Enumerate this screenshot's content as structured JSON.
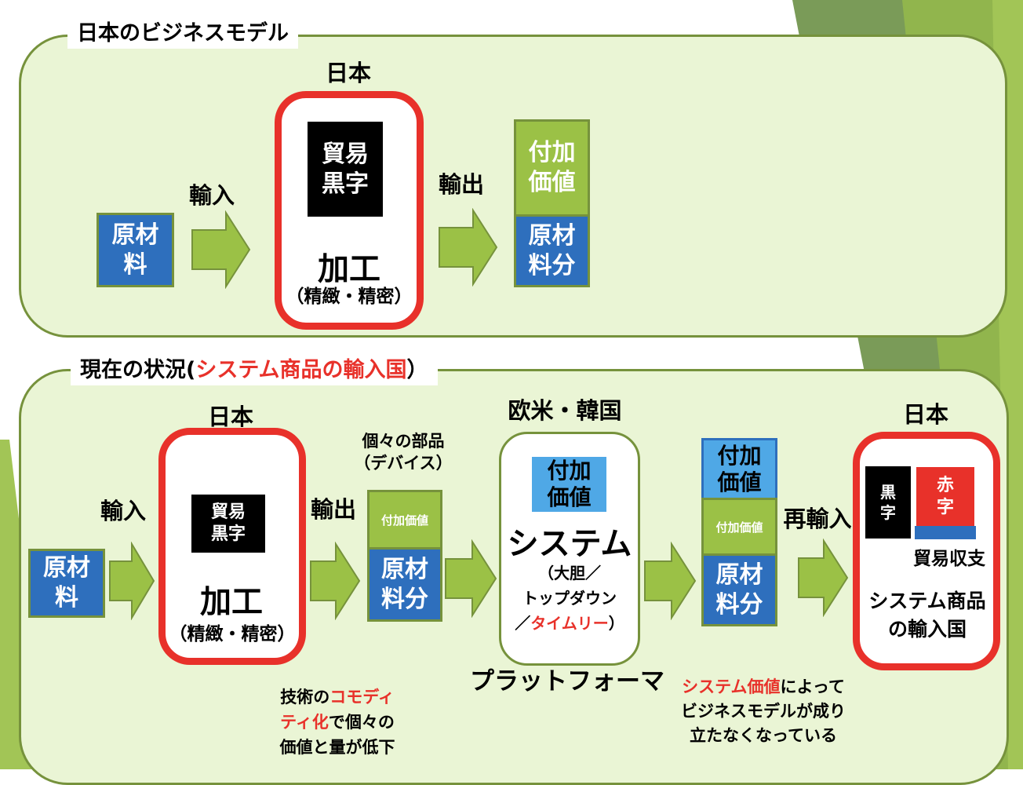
{
  "colors": {
    "panel_bg": "#eaf5d5",
    "panel_border": "#76923c",
    "arrow_green": "#9bc146",
    "raw_blue": "#2e6fbd",
    "value_lightblue": "#4fa8e6",
    "frame_red": "#e8312a",
    "accent_red_text": "#e8312a",
    "surplus_black": "#000000"
  },
  "top": {
    "title": "日本のビジネスモデル",
    "japan_label": "日本",
    "raw_material": "原材\n料",
    "import_label": "輸入",
    "trade_surplus": "貿易\n黒字",
    "processing": "加工",
    "processing_sub": "（精緻・精密）",
    "export_label": "輸出",
    "added_value": "付加\n価値",
    "raw_share": "原材\n料分"
  },
  "bottom": {
    "title_prefix": "現在の状況(",
    "title_highlight": "システム商品の輸入国",
    "title_suffix": "）",
    "japan_label": "日本",
    "raw_material": "原材\n料",
    "import_label": "輸入",
    "trade_surplus": "貿易\n黒字",
    "processing": "加工",
    "processing_sub": "（精緻・精密）",
    "export_label": "輸出",
    "parts_label": "個々の部品\n（デバイス）",
    "parts_added_value": "付加価値",
    "parts_raw_share": "原材\n料分",
    "commodity_note_1": "技術の",
    "commodity_note_red_1": "コモディ",
    "commodity_note_red_2": "ティ化",
    "commodity_note_2": "で個々の",
    "commodity_note_3": "価値と量が低下",
    "west_korea_label": "欧米・韓国",
    "system_added_value": "付加\n価値",
    "system_label": "システム",
    "system_sub_1": "（大胆／",
    "system_sub_2": "トップダウン",
    "system_sub_3_prefix": "／",
    "system_sub_3_red": "タイムリー",
    "system_sub_3_suffix": "）",
    "platform_label": "プラットフォーマ",
    "stack_added_value_top": "付加\n価値",
    "stack_added_value_mid": "付加価値",
    "stack_raw_share": "原材\n料分",
    "reimport_label": "再輸入",
    "system_note_red": "システム価値",
    "system_note_1": "によって",
    "system_note_2": "ビジネスモデルが成り",
    "system_note_3": "立たなくなっている",
    "japan_label_right": "日本",
    "surplus_label": "黒\n字",
    "deficit_label": "赤\n字",
    "trade_balance_label": "貿易収支",
    "importer_label": "システム商品\nの輸入国"
  }
}
